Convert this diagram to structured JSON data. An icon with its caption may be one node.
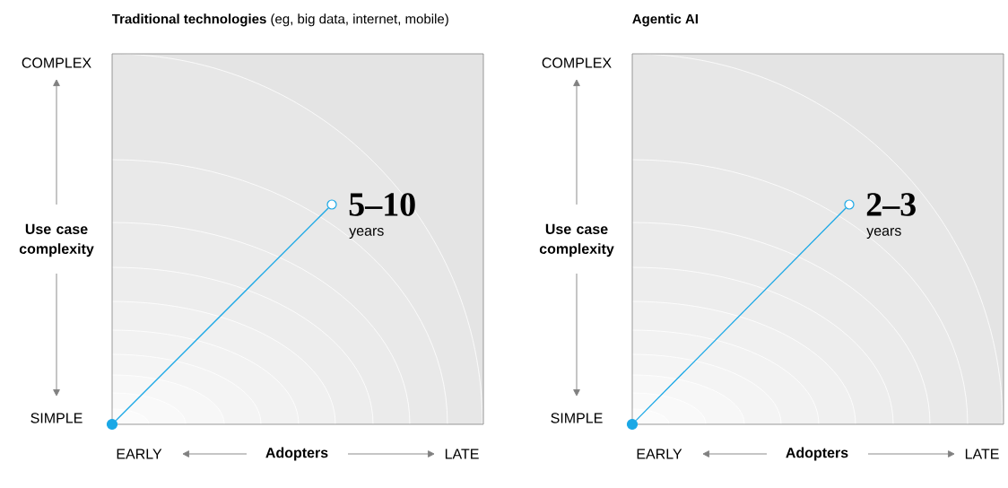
{
  "diagram": {
    "nodes": [
      {
        "text": [
          "**Traditional technologies** (eg, big data, internet, mobile)"
        ]
      },
      {
        "text": [],
        "shape": "circle",
        "in": 0,
        "beside": [
          "5–10",
          "years"
        ]
      },
      {
        "text": [],
        "shape": "circle",
        "in": 0
      },
      {
        "text": [
          "Agentic AI"
        ]
      },
      {
        "text": [],
        "shape": "circle",
        "in": 3,
        "beside": [
          "2–3",
          "years"
        ]
      },
      {
        "text": [],
        "shape": "circle",
        "in": 3
      }
    ],
    "edges": [
      {
        "from": 2,
        "to": 1,
        "arrow": "none"
      },
      {
        "from": 5,
        "to": 4,
        "arrow": "none"
      }
    ],
    "labels": [
      "COMPLEX",
      "Use case complexity",
      "SIMPLE",
      "EARLY",
      "Adopters",
      "LATE",
      "COMPLEX",
      "Use case complexity",
      "SIMPLE",
      "EARLY",
      "Adopters",
      "LATE"
    ]
  }
}
